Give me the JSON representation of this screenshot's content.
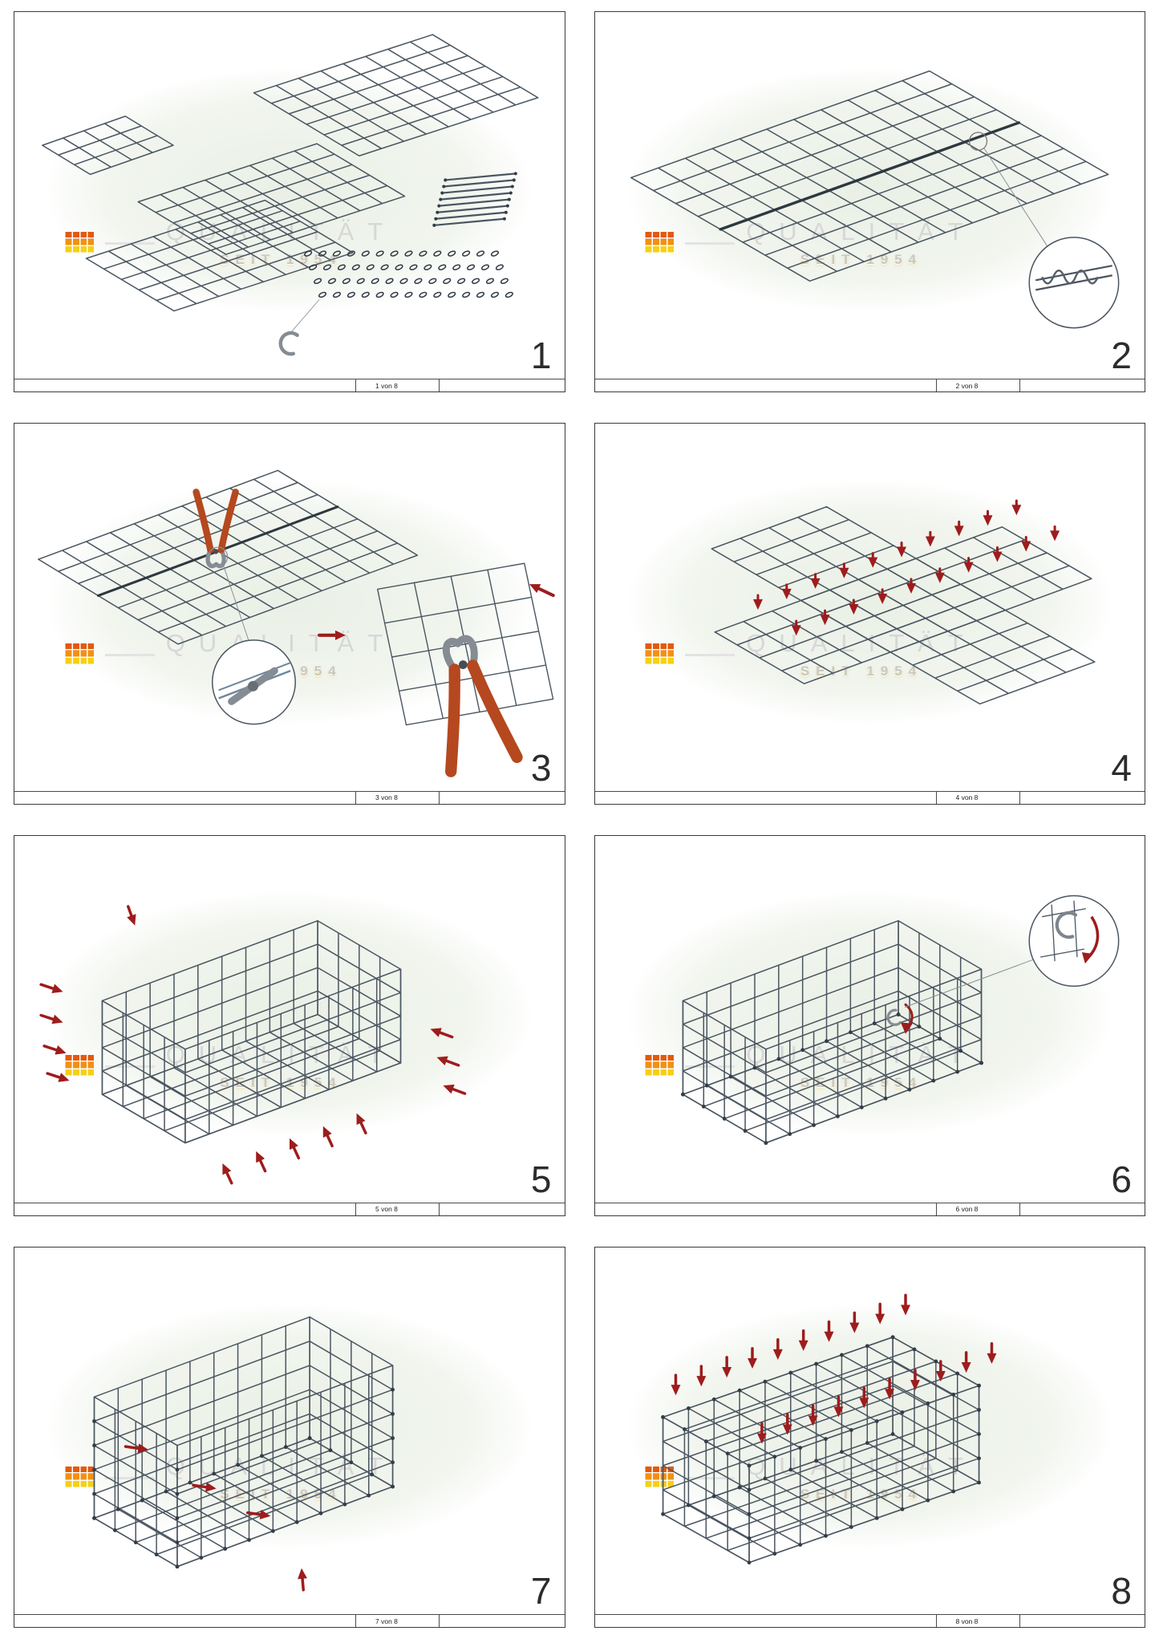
{
  "watermark": {
    "line1": "QUALITÄT",
    "line2": "SEIT 1954"
  },
  "panels": [
    {
      "step": "1",
      "caption": "1 von 8",
      "illustration": "parts-overview-mesh-panels-rods-clips-c-hook"
    },
    {
      "step": "2",
      "caption": "2 von 8",
      "illustration": "mesh-panels-joined-flat-with-spiral-detail"
    },
    {
      "step": "3",
      "caption": "3 von 8",
      "illustration": "cutting-spiral-with-pliers-detail"
    },
    {
      "step": "4",
      "caption": "4 von 8",
      "illustration": "cross-layout-with-clip-position-arrows"
    },
    {
      "step": "5",
      "caption": "5 von 8",
      "illustration": "walls-folded-up-clip-arrows"
    },
    {
      "step": "6",
      "caption": "6 von 8",
      "illustration": "c-hook-fastening-detail"
    },
    {
      "step": "7",
      "caption": "7 von 8",
      "illustration": "basket-assembled-remaining-clips"
    },
    {
      "step": "8",
      "caption": "8 von 8",
      "illustration": "lid-closed-clip-arrows"
    }
  ],
  "colors": {
    "mesh": "#4a5560",
    "mesh_dark": "#2e3840",
    "arrow_red": "#9e1c1c",
    "handle_red": "#b5481f",
    "tool_gray": "#858c93",
    "watermark_gray": "#d7d7d7",
    "logo_orange": "#e8650f",
    "logo_yellow": "#f7cf16",
    "ellipse_green": "#eaf0e6"
  }
}
